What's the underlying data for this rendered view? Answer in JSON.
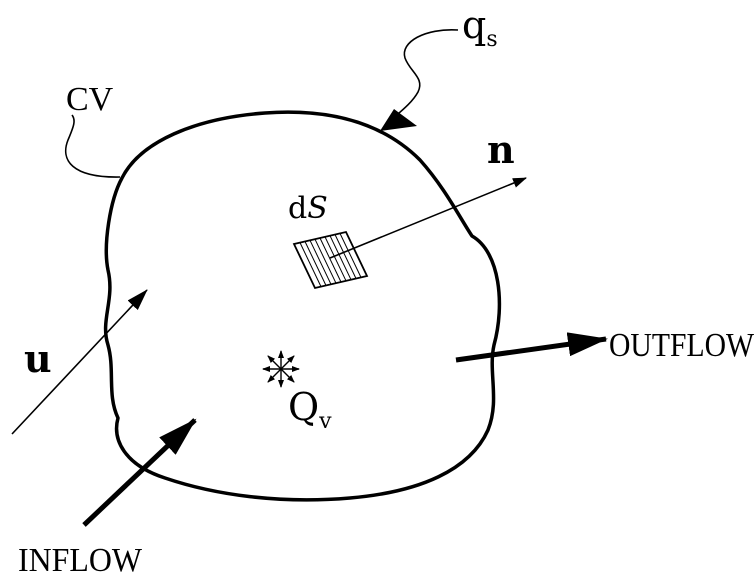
{
  "labels": {
    "cv": "CV",
    "qs_main": "q",
    "qs_sub": "s",
    "normal": "n",
    "ds_d": "d",
    "ds_s": "S",
    "velocity": "u",
    "qv_main": "Q",
    "qv_sub": "v",
    "outflow": "OUTFLOW",
    "inflow": "INFLOW"
  },
  "colors": {
    "ink": "#000000",
    "background": "#ffffff"
  }
}
